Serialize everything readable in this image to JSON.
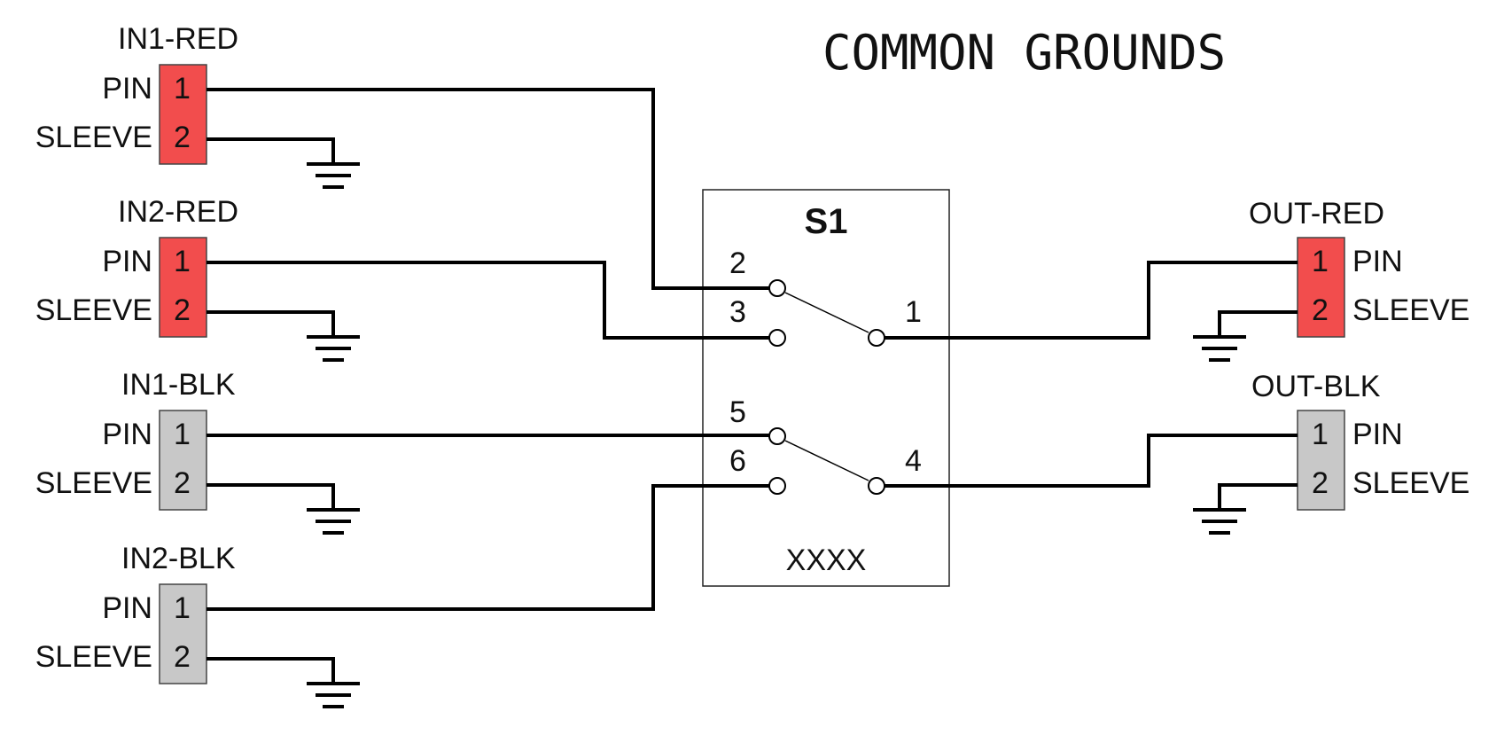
{
  "title": "COMMON GROUNDS",
  "colors": {
    "red": "#f24d4d",
    "gray": "#c8c8c8",
    "wire": "#000000"
  },
  "connectors": [
    {
      "name": "IN1-RED",
      "color": "red",
      "side": "left",
      "pins": [
        {
          "num": "1",
          "label": "PIN"
        },
        {
          "num": "2",
          "label": "SLEEVE"
        }
      ]
    },
    {
      "name": "IN2-RED",
      "color": "red",
      "side": "left",
      "pins": [
        {
          "num": "1",
          "label": "PIN"
        },
        {
          "num": "2",
          "label": "SLEEVE"
        }
      ]
    },
    {
      "name": "IN1-BLK",
      "color": "gray",
      "side": "left",
      "pins": [
        {
          "num": "1",
          "label": "PIN"
        },
        {
          "num": "2",
          "label": "SLEEVE"
        }
      ]
    },
    {
      "name": "IN2-BLK",
      "color": "gray",
      "side": "left",
      "pins": [
        {
          "num": "1",
          "label": "PIN"
        },
        {
          "num": "2",
          "label": "SLEEVE"
        }
      ]
    },
    {
      "name": "OUT-RED",
      "color": "red",
      "side": "right",
      "pins": [
        {
          "num": "1",
          "label": "PIN"
        },
        {
          "num": "2",
          "label": "SLEEVE"
        }
      ]
    },
    {
      "name": "OUT-BLK",
      "color": "gray",
      "side": "right",
      "pins": [
        {
          "num": "1",
          "label": "PIN"
        },
        {
          "num": "2",
          "label": "SLEEVE"
        }
      ]
    }
  ],
  "switch": {
    "ref": "S1",
    "value": "XXXX",
    "pins": [
      "2",
      "3",
      "1",
      "5",
      "6",
      "4"
    ]
  }
}
